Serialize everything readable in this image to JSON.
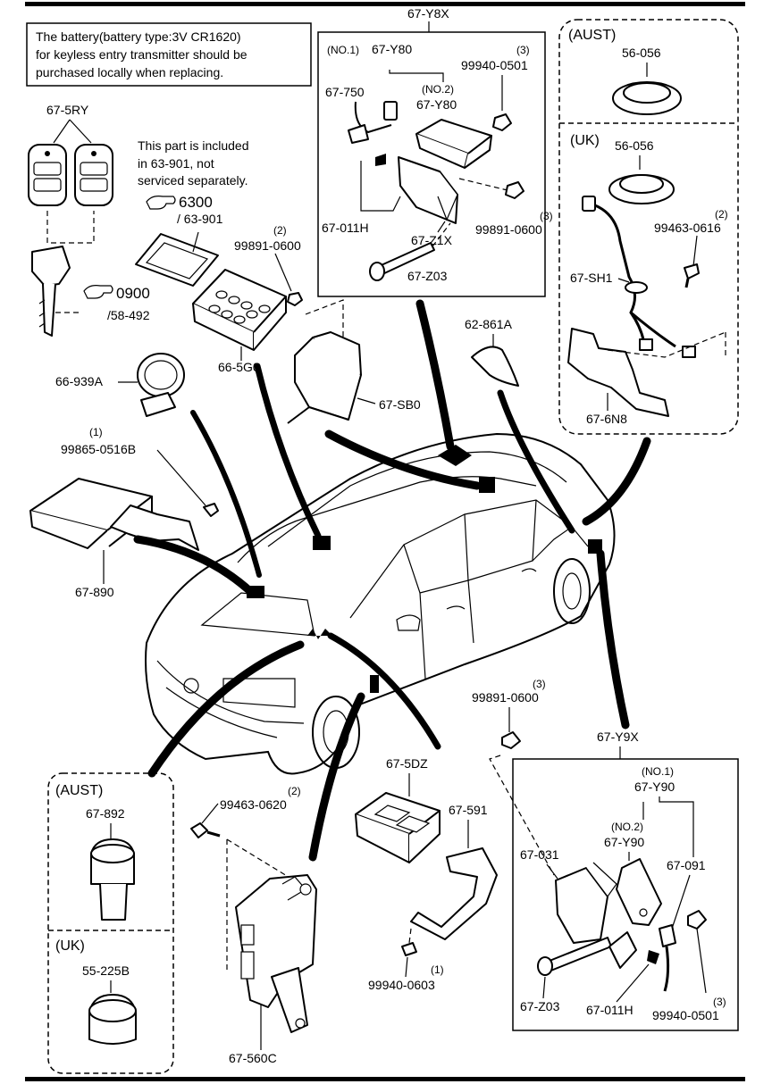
{
  "note": {
    "line1": "The battery(battery type:3V CR1620)",
    "line2": "for keyless entry transmitter should be",
    "line3": "purchased locally when replacing."
  },
  "included_note": {
    "line1": "This part is included",
    "line2": "in  63-901, not",
    "line3": "serviced separately."
  },
  "refs": {
    "ref_6300": "6300",
    "ref_63901": "/ 63-901",
    "ref_0900": "0900",
    "ref_58492": "/58-492"
  },
  "regions": {
    "aust": "(AUST)",
    "uk": "(UK)"
  },
  "labels": {
    "p_67_5ry": "67-5RY",
    "p_66_939a": "66-939A",
    "p_66_5g0": "66-5G0",
    "p_99891_0600_top_qty": "(2)",
    "p_99891_0600_top": "99891-0600",
    "p_67_sb0": "67-SB0",
    "p_99865_qty": "(1)",
    "p_99865": "99865-0516B",
    "p_67_890": "67-890",
    "p_67_y8x": "67-Y8X",
    "p_no1": "(NO.1)",
    "p_67_y80_a": "67-Y80",
    "p_99940_0501_qty": "(3)",
    "p_99940_0501": "99940-0501",
    "p_67_750": "67-750",
    "p_no2": "(NO.2)",
    "p_67_y80_b": "67-Y80",
    "p_67_011h": "67-011H",
    "p_67_z1x": "67-Z1X",
    "p_99891_0600_y8x_qty": "(3)",
    "p_99891_0600_y8x": "99891-0600",
    "p_67_z03": "67-Z03",
    "p_56_056_aust": "56-056",
    "p_56_056_uk": "56-056",
    "p_99463_0616_qty": "(2)",
    "p_99463_0616": "99463-0616",
    "p_67_sh1": "67-SH1",
    "p_67_6n8": "67-6N8",
    "p_62_861a": "62-861A",
    "p_99891_0600_bot_qty": "(3)",
    "p_99891_0600_bot": "99891-0600",
    "p_67_y9x": "67-Y9X",
    "p_y9x_no1": "(NO.1)",
    "p_67_y90_a": "67-Y90",
    "p_y9x_no2": "(NO.2)",
    "p_67_y90_b": "67-Y90",
    "p_67_031": "67-031",
    "p_67_091": "67-091",
    "p_67_z03_b": "67-Z03",
    "p_67_011h_b": "67-011H",
    "p_99940_0501_b_qty": "(3)",
    "p_99940_0501_b": "99940-0501",
    "p_67_892": "67-892",
    "p_55_225b": "55-225B",
    "p_99463_0620_qty": "(2)",
    "p_99463_0620": "99463-0620",
    "p_67_560c": "67-560C",
    "p_67_5dz": "67-5DZ",
    "p_67_591": "67-591",
    "p_99940_0603_qty": "(1)",
    "p_99940_0603": "99940-0603"
  }
}
